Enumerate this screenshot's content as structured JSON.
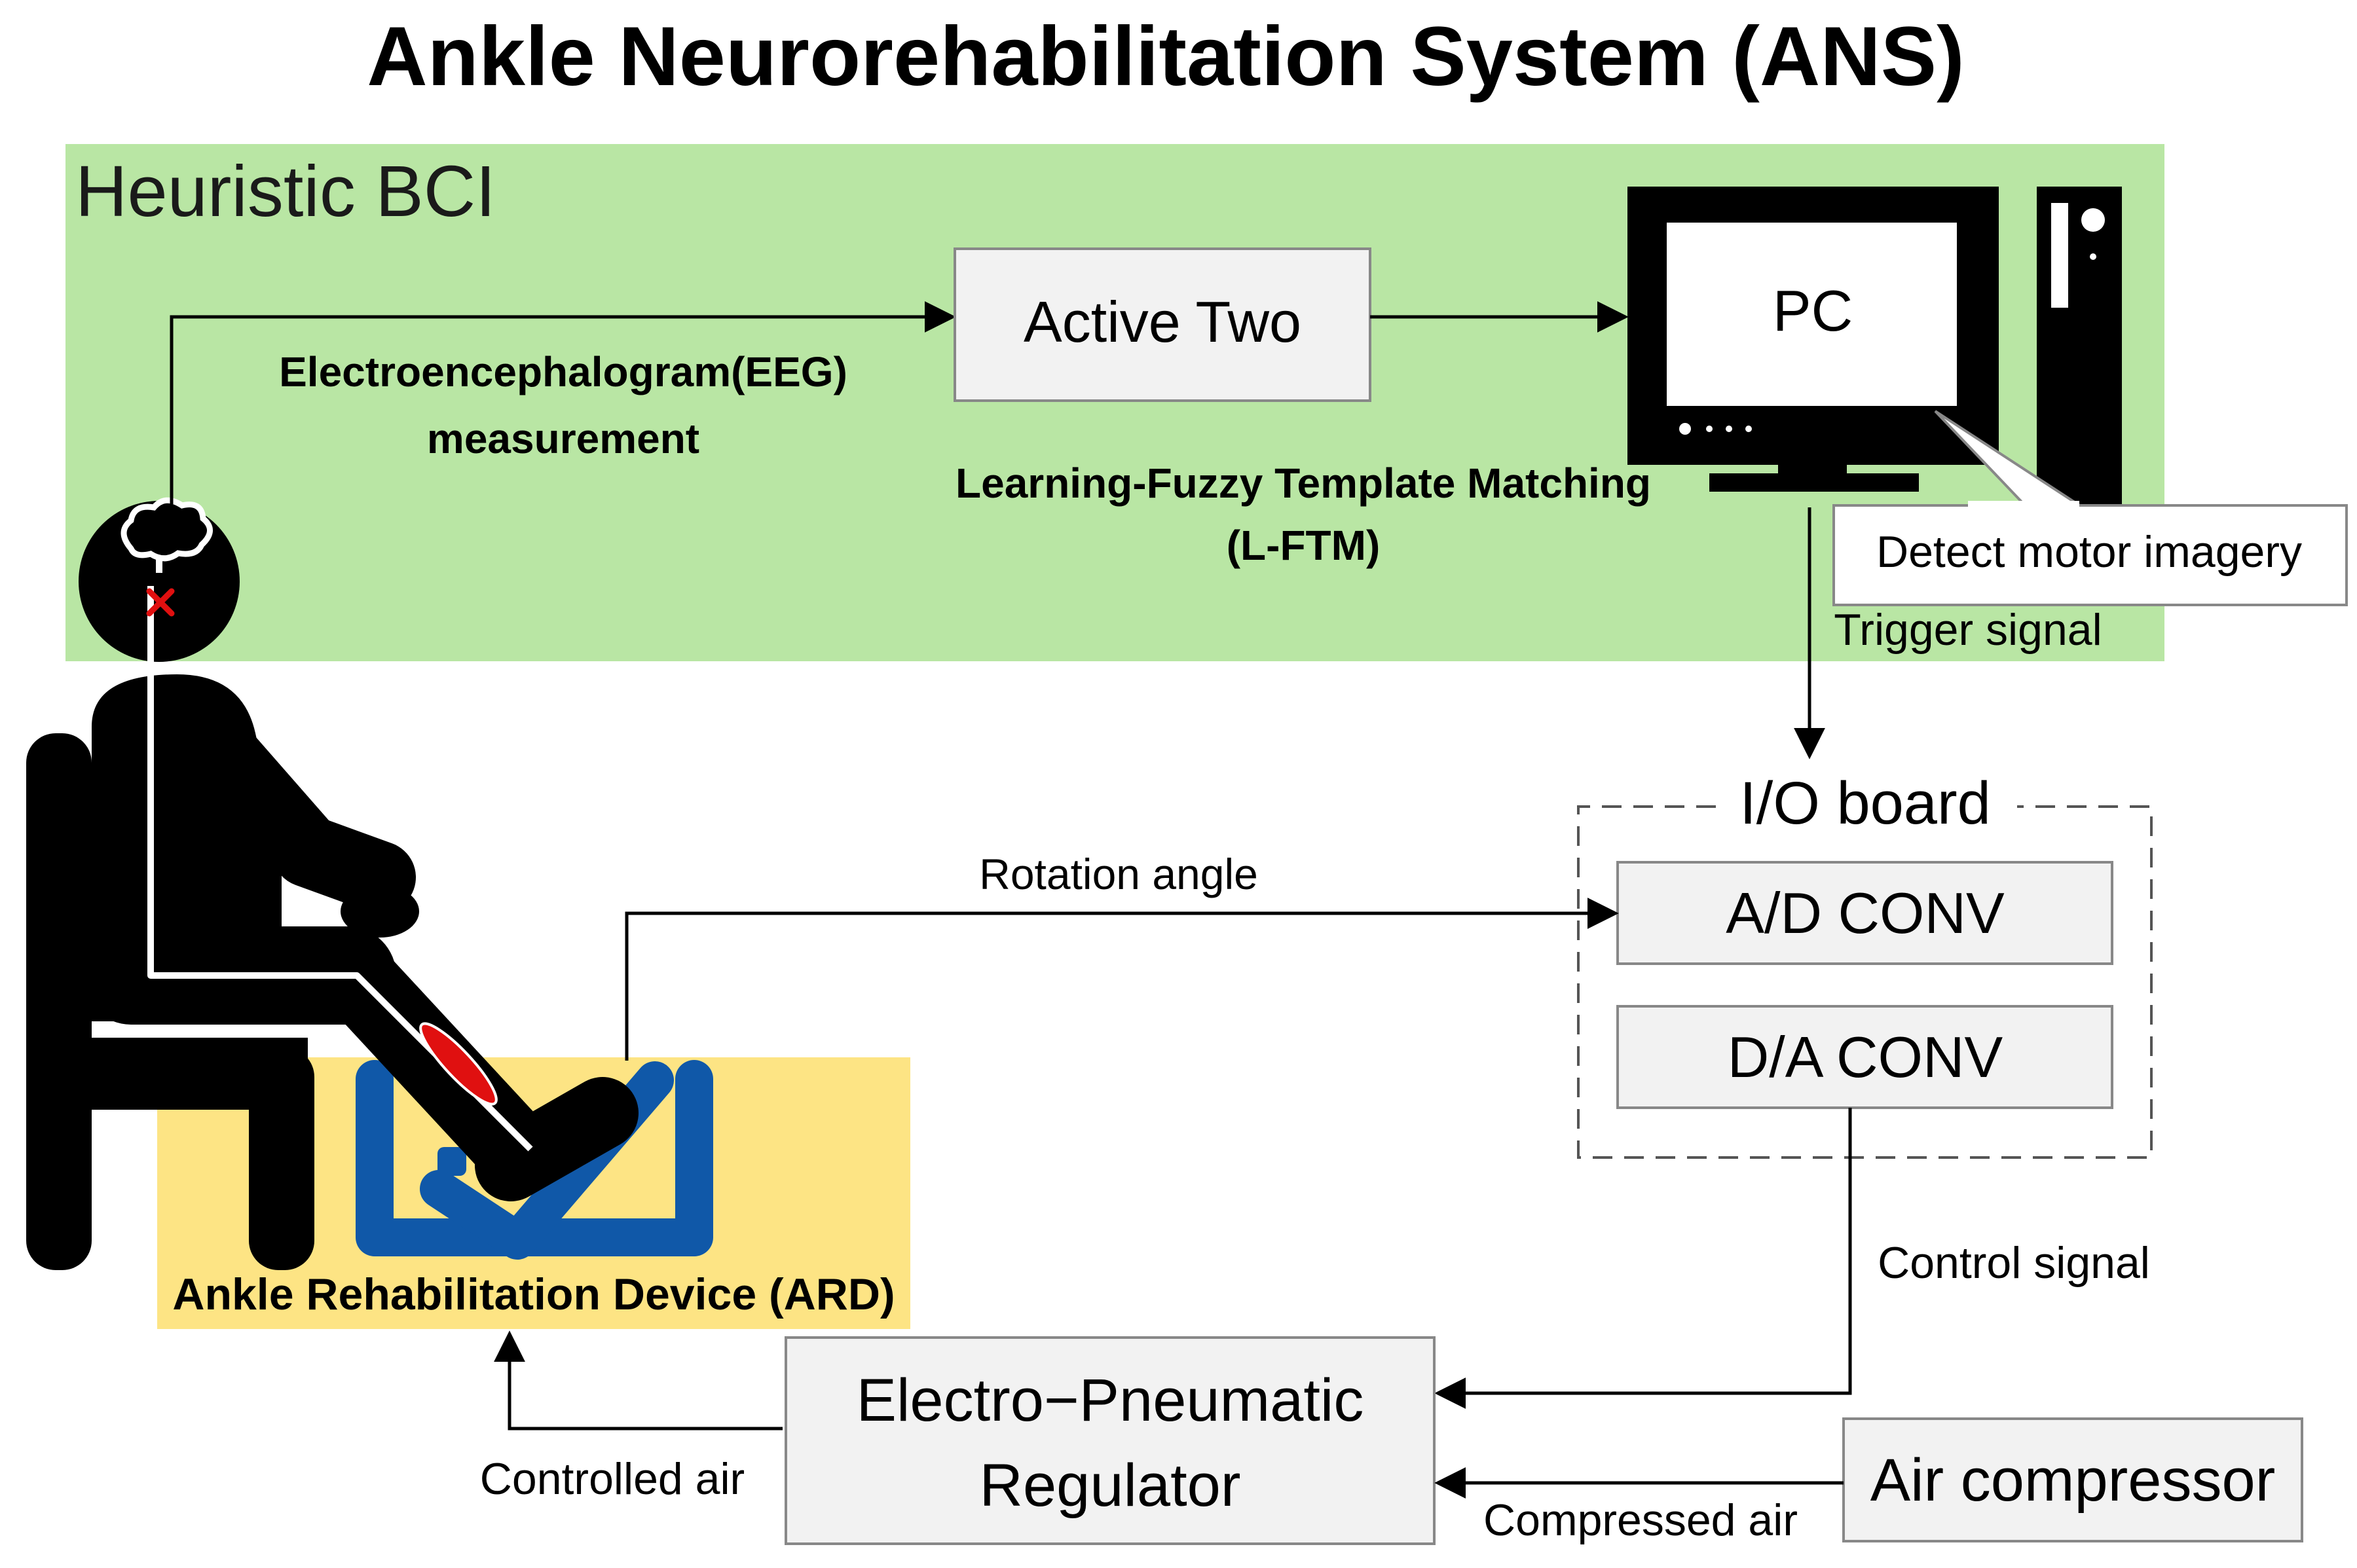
{
  "title": "Ankle Neurorehabilitation System (ANS)",
  "bci": {
    "label": "Heuristic BCI",
    "eeg_line1": "Electroencephalogram(EEG)",
    "eeg_line2": "measurement",
    "active_two": "Active Two",
    "pc": "PC",
    "lftm_line1": "Learning-Fuzzy Template Matching",
    "lftm_line2": "(L-FTM)",
    "detect": "Detect motor imagery",
    "trigger": "Trigger signal"
  },
  "io": {
    "label": "I/O board",
    "ad": "A/D CONV",
    "da": "D/A CONV"
  },
  "signals": {
    "rotation": "Rotation angle",
    "control": "Control signal",
    "controlled_air": "Controlled air",
    "compressed_air": "Compressed air"
  },
  "regulator": {
    "line1": "Electro−Pneumatic",
    "line2": "Regulator"
  },
  "compressor": "Air compressor",
  "ard": "Ankle Rehabilitation Device (ARD)",
  "colors": {
    "bci_bg": "#b9e6a4",
    "ard_bg": "#fde484",
    "device_blue": "#1058a8",
    "muscle_red": "#e01010",
    "box_fill": "#f2f2f2"
  }
}
